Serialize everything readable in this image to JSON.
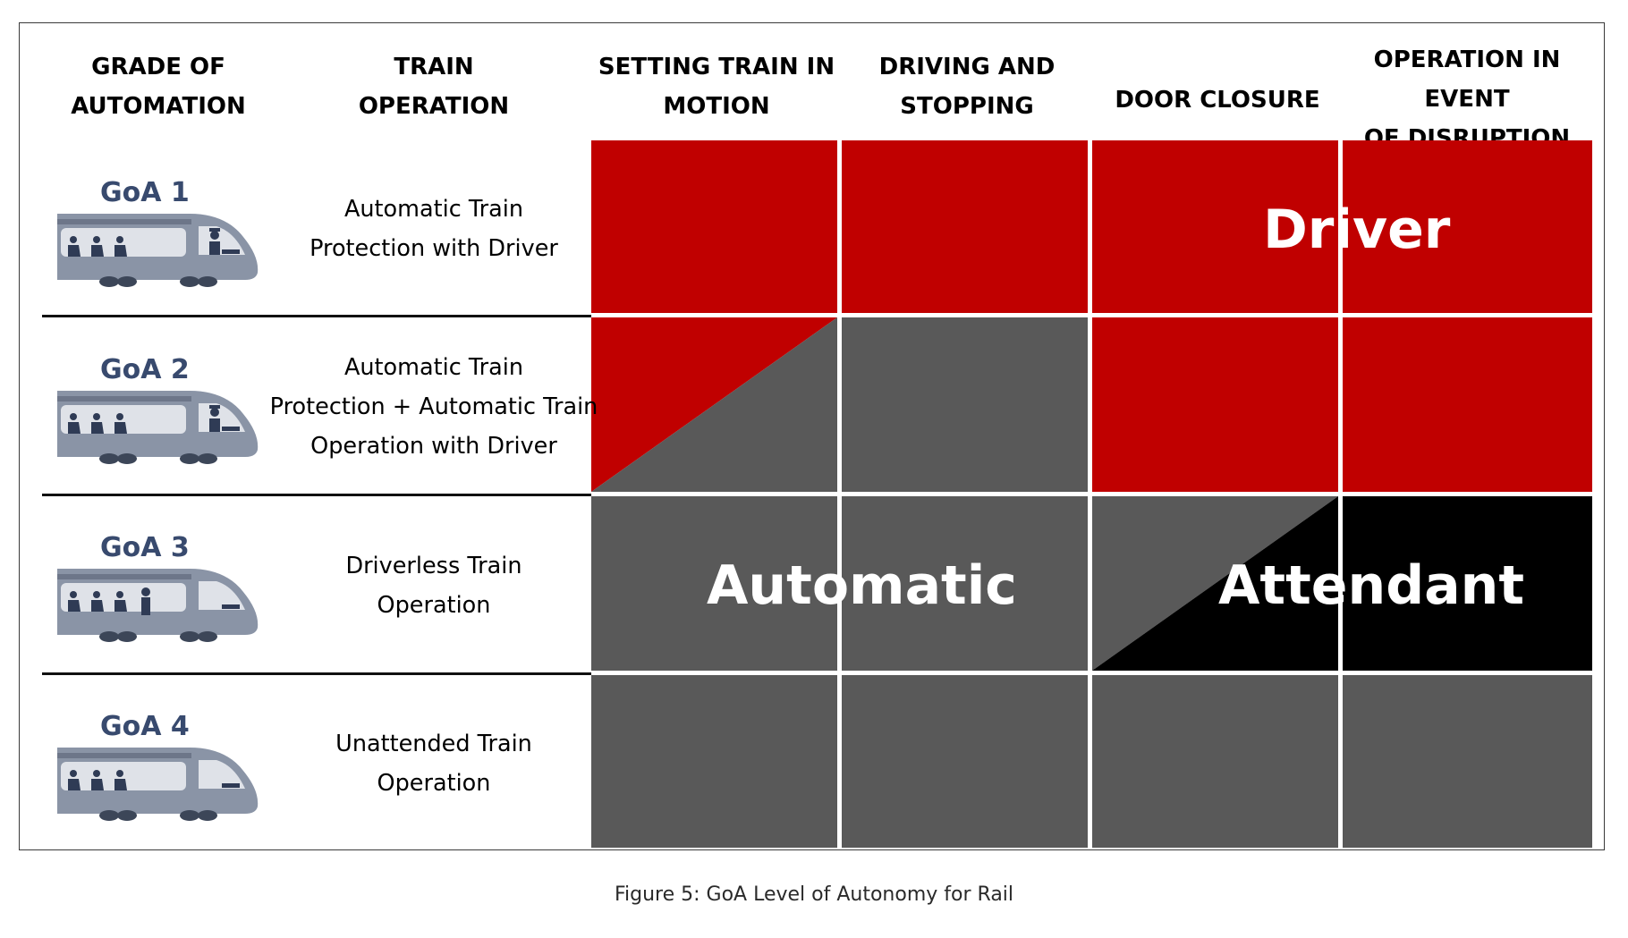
{
  "headers": [
    [
      "GRADE OF",
      "AUTOMATION"
    ],
    [
      "TRAIN",
      "OPERATION"
    ],
    [
      "SETTING TRAIN IN",
      "MOTION"
    ],
    [
      "DRIVING AND",
      "STOPPING"
    ],
    [
      "DOOR CLOSURE"
    ],
    [
      "OPERATION IN EVENT",
      "OF DISRUPTION"
    ]
  ],
  "levels": [
    {
      "goa": "GoA 1",
      "operation": [
        "Automatic Train",
        "Protection with Driver"
      ]
    },
    {
      "goa": "GoA 2",
      "operation": [
        "Automatic Train",
        "Protection + Automatic Train",
        "Operation with Driver"
      ]
    },
    {
      "goa": "GoA 3",
      "operation": [
        "Driverless Train",
        "Operation"
      ]
    },
    {
      "goa": "GoA 4",
      "operation": [
        "Unattended Train",
        "Operation"
      ]
    }
  ],
  "responsibility_grid": [
    [
      "driver",
      "driver",
      "driver",
      "driver"
    ],
    [
      "driver/automatic",
      "automatic",
      "driver",
      "driver"
    ],
    [
      "automatic",
      "automatic",
      "automatic/attendant",
      "attendant"
    ],
    [
      "automatic",
      "automatic",
      "automatic",
      "automatic"
    ]
  ],
  "big_labels": {
    "driver": "Driver",
    "automatic": "Automatic",
    "attendant": "Attendant"
  },
  "colors": {
    "driver": "#c00000",
    "automatic": "#595959",
    "attendant": "#000000",
    "train_body": "#8a94a6"
  },
  "caption": "Figure 5: GoA Level of Autonomy for Rail"
}
